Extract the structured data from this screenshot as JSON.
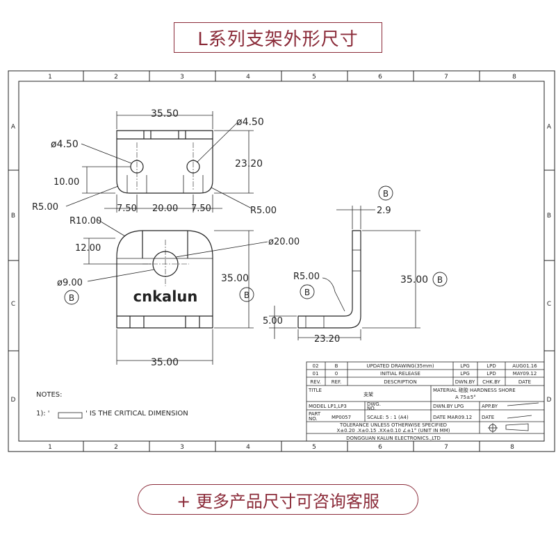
{
  "header": {
    "title": "L系列支架外形尺寸"
  },
  "footer": {
    "more_button": "+ 更多产品尺寸可咨询客服"
  },
  "frame": {
    "top_zones": [
      "1",
      "2",
      "3",
      "4",
      "5",
      "6",
      "7",
      "8"
    ],
    "bottom_zones": [
      "1",
      "2",
      "3",
      "4",
      "5",
      "6",
      "7",
      "8"
    ],
    "side_zones": [
      "A",
      "B",
      "C",
      "D"
    ]
  },
  "views": {
    "top": {
      "width": "35.50",
      "hole_left": "ø4.50",
      "hole_right": "ø4.50",
      "height": "23.20",
      "hole_y": "10.00",
      "radius_left": "R5.00",
      "radius_right": "R5.00",
      "pitch_left": "7.50",
      "pitch_mid": "20.00",
      "pitch_right": "7.50"
    },
    "front": {
      "corner": "R10.00",
      "center_y": "12.00",
      "hole_big": "ø20.00",
      "hole_small": "ø9.00",
      "height": "35.00",
      "width": "35.00",
      "brand": "cnkalun",
      "section_mark": "B"
    },
    "side": {
      "thickness": "2.9",
      "height": "35.00",
      "radius": "R5.00",
      "foot_height": "5.00",
      "depth": "23.20",
      "section_mark": "B"
    }
  },
  "notes": {
    "title": "NOTES:",
    "line1_prefix": "1): '",
    "line1_suffix": "' IS THE CRITICAL DIMENSION"
  },
  "title_block": {
    "revisions": [
      {
        "rev": "02",
        "ref": "B",
        "description": "UPDATED DRAWING(35mm)",
        "dwn": "LPG",
        "chk": "LPD",
        "date": "AUG01.16"
      },
      {
        "rev": "01",
        "ref": "0",
        "description": "INITIAL   RELEASE",
        "dwn": "LPG",
        "chk": "LPD",
        "date": "MAY09.12"
      }
    ],
    "headers": {
      "rev": "REV.",
      "ref": "REF.",
      "description": "DESCRIPTION",
      "dwn": "DWN.BY",
      "chk": "CHK.BY",
      "date": "DATE"
    },
    "title_label": "TITLE",
    "title_value": "支架",
    "material": "MATERIAL 硅胶 HARDNESS SHORE",
    "hardness": "A 75±5°",
    "model": "MODEL LP1,LP3",
    "dwg_no": "DWG.",
    "dwg_no2": "NO.",
    "dwn_by": "DWN.BY  LPG",
    "app_by": "APP.BY",
    "part_no_label1": "PART",
    "part_no_label2": "NO.",
    "part_no": "MP0057",
    "scale": "SCALE: 5 : 1 (A4)",
    "date_value": "DATE  MAR09.12",
    "date_label": "DATE",
    "tolerance1": "TOLERANCE UNLESS OTHERWISE SPECIFIED",
    "tolerance2": "X±0.20  .X±0.15  .XX±0.10   ∠±1°   (UNIT IN MM)",
    "company": "DONGGUAN KALUN ELECTRONICS.,LTD"
  }
}
